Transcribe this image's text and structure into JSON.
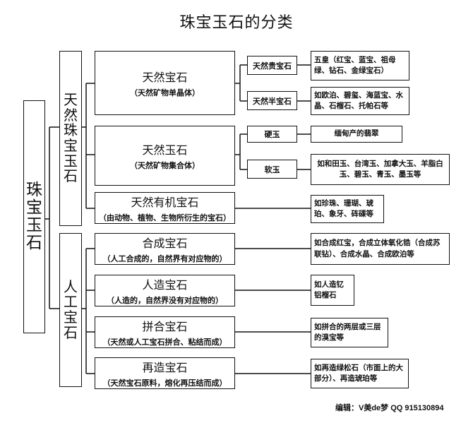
{
  "title": "珠宝玉石的分类",
  "root": [
    "珠",
    "宝",
    "玉",
    "石"
  ],
  "natural": [
    "天",
    "然",
    "珠",
    "宝",
    "玉",
    "石"
  ],
  "artificial": [
    "人",
    "工",
    "宝",
    "石"
  ],
  "categories": [
    {
      "name": "天然宝石",
      "sub": "（天然矿物单晶体）"
    },
    {
      "name": "天然玉石",
      "sub": "（天然矿物集合体）"
    },
    {
      "name": "天然有机宝石",
      "sub": "（由动物、植物、生物所衍生的宝石）"
    },
    {
      "name": "合成宝石",
      "sub": "（人工合成的，自然界有对应物的）"
    },
    {
      "name": "人造宝石",
      "sub": "（人造的，自然界没有对应物的）"
    },
    {
      "name": "拼合宝石",
      "sub": "（天然或人工宝石拼合、粘结而成）"
    },
    {
      "name": "再造宝石",
      "sub": "（天然宝石原料，熔化再压结而成）"
    }
  ],
  "subcategories": [
    "天然贵宝石",
    "天然半宝石",
    "硬玉",
    "软玉"
  ],
  "examples": [
    "五皇（红宝、蓝宝、祖母绿、钻石、金绿宝石）",
    "如欧泊、碧玺、海蓝宝、水晶、石榴石、托帕石等",
    "缅甸产的翡翠",
    "如和田玉、台湾玉、加拿大玉、羊脂白玉、碧玉、青玉、墨玉等",
    "如珍珠、珊瑚、琥珀、象牙、砗磲等",
    "如合成红宝，合成立体氧化锆（合成苏联钻）、合成水晶、合成欧泊等",
    "如人造钇铝榴石",
    "如拼合的两层或三层的溴宝等",
    "如再造绿松石（市面上的大部分）、再造琥珀等"
  ],
  "footer": "编辑：V美de梦  QQ 915130894"
}
